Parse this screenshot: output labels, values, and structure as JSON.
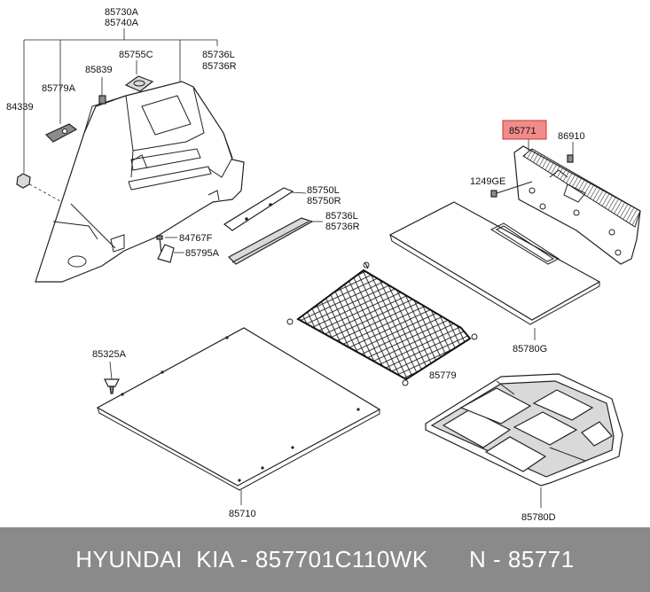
{
  "labels": {
    "p85730A": "85730A",
    "p85740A": "85740A",
    "p85755C": "85755C",
    "p85736L": "85736L",
    "p85736R": "85736R",
    "p85839": "85839",
    "p85779A": "85779A",
    "p84339": "84339",
    "p85750L": "85750L",
    "p85750R": "85750R",
    "p85736L_b": "85736L",
    "p85736R_b": "85736R",
    "p84767F": "84767F",
    "p85795A": "85795A",
    "p85771": "85771",
    "p86910": "86910",
    "p1249GE": "1249GE",
    "p85780G": "85780G",
    "p85779": "85779",
    "p85325A": "85325A",
    "p85710": "85710",
    "p85780D": "85780D"
  },
  "highlight_color": "#f28b8b",
  "footer": {
    "brand": "HYUNDAI  KIA - 857701C110WK",
    "part": "N - 85771"
  }
}
